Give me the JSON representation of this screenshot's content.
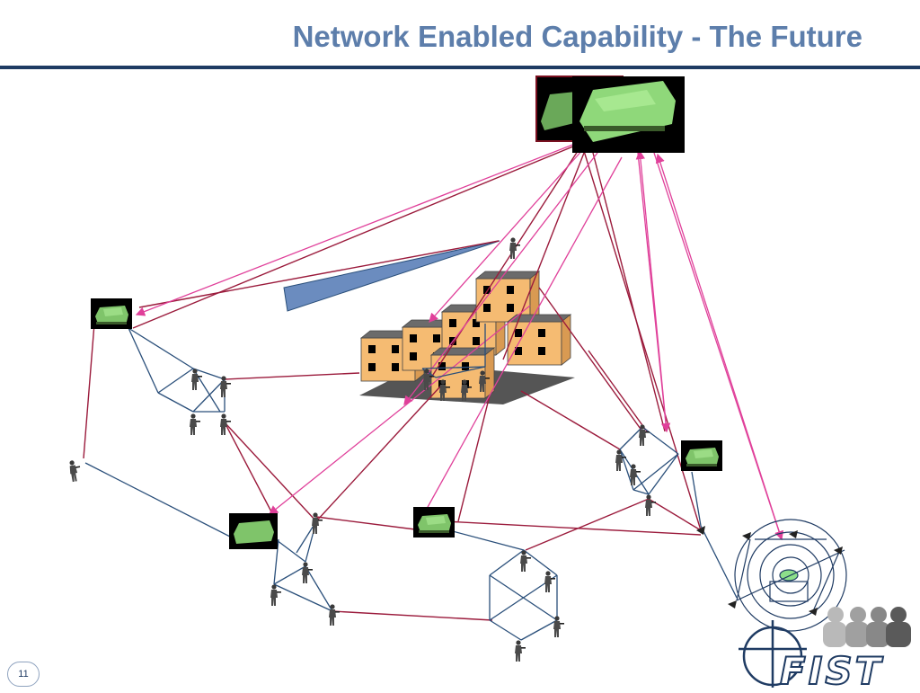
{
  "title": "Network Enabled Capability - The Future",
  "page_number": "11",
  "logo_text": "FIST",
  "colors": {
    "title": "#5d7eab",
    "rule": "#1f3b63",
    "link_red": "#9b1b3c",
    "link_pink": "#e0409a",
    "link_blue": "#2a4f7a"
  }
}
